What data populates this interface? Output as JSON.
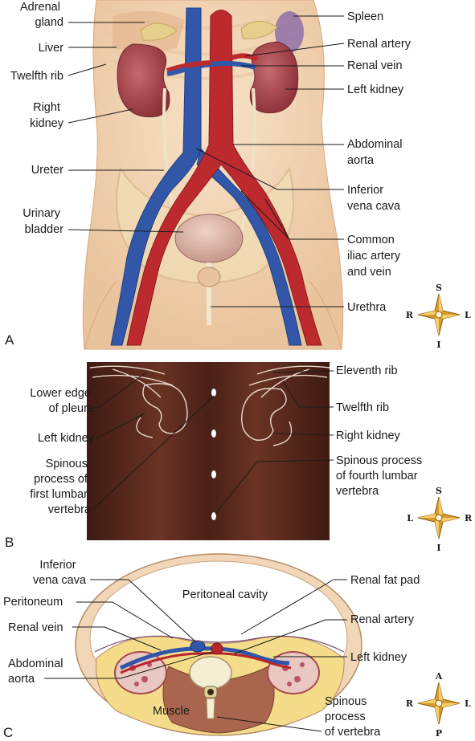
{
  "panelA": {
    "letter": "A",
    "labels": {
      "adrenal_gland": [
        "Adrenal",
        "gland"
      ],
      "liver": "Liver",
      "twelfth_rib": "Twelfth rib",
      "right_kidney": [
        "Right",
        "kidney"
      ],
      "ureter": "Ureter",
      "urinary_bladder": [
        "Urinary",
        "bladder"
      ],
      "spleen": "Spleen",
      "renal_artery": "Renal artery",
      "renal_vein": "Renal vein",
      "left_kidney": "Left kidney",
      "abdominal_aorta": [
        "Abdominal",
        "aorta"
      ],
      "inferior_vena_cava": [
        "Inferior",
        "vena cava"
      ],
      "common_iliac": [
        "Common",
        "iliac artery",
        "and vein"
      ],
      "urethra": "Urethra"
    },
    "compass": {
      "top": "S",
      "bottom": "I",
      "left": "R",
      "right": "L"
    }
  },
  "panelB": {
    "letter": "B",
    "labels": {
      "lower_edge_pleura": [
        "Lower edge",
        "of pleura"
      ],
      "left_kidney": "Left kidney",
      "spinous_first": [
        "Spinous",
        "process of",
        "first lumbar",
        "vertebra"
      ],
      "eleventh_rib": "Eleventh rib",
      "twelfth_rib": "Twelfth rib",
      "right_kidney": "Right kidney",
      "spinous_fourth": [
        "Spinous process",
        "of fourth lumbar",
        "vertebra"
      ]
    },
    "compass": {
      "top": "S",
      "bottom": "I",
      "left": "L",
      "right": "R"
    }
  },
  "panelC": {
    "letter": "C",
    "labels": {
      "inferior_vena_cava": [
        "Inferior",
        "vena cava"
      ],
      "peritoneum": "Peritoneum",
      "renal_vein": "Renal vein",
      "abdominal_aorta": [
        "Abdominal",
        "aorta"
      ],
      "peritoneal_cavity": "Peritoneal cavity",
      "renal_fat_pad": "Renal fat pad",
      "renal_artery": "Renal artery",
      "left_kidney": "Left kidney",
      "muscle": "Muscle",
      "spinous_process": [
        "Spinous",
        "process",
        "of vertebra"
      ]
    },
    "compass": {
      "top": "A",
      "bottom": "P",
      "left": "R",
      "right": "L"
    }
  },
  "colors": {
    "skin": "#f3d6b8",
    "kidney": "#a8474f",
    "artery": "#b8262a",
    "vein": "#2f56a8",
    "back_skin": "#5a2a1c",
    "fat": "#f4dc8a",
    "compass_gold": "#d89a2a"
  }
}
